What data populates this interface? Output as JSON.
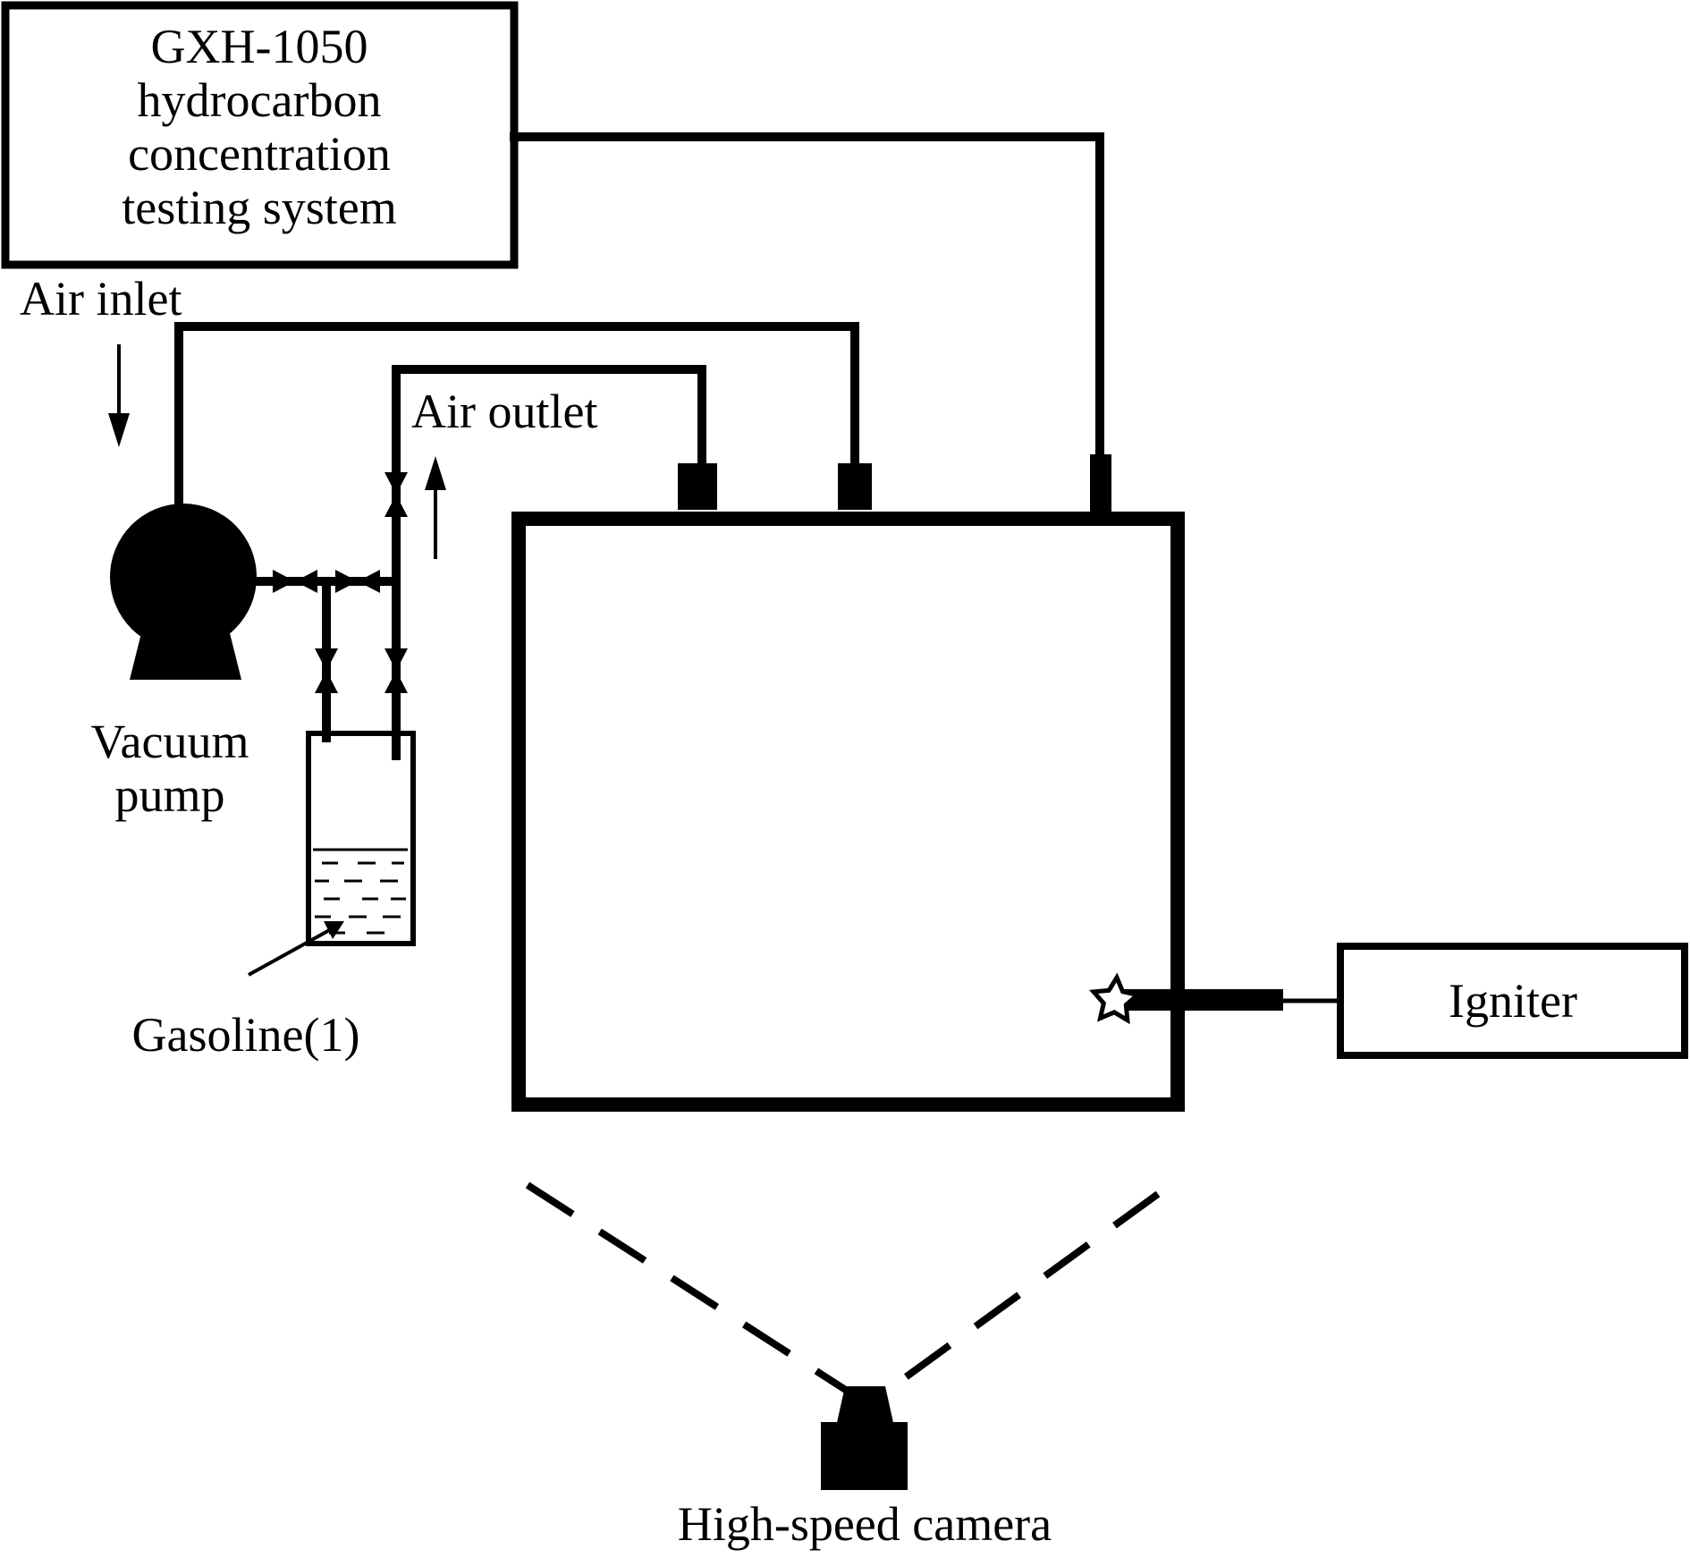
{
  "tester": {
    "lines": [
      "GXH-1050",
      "hydrocarbon",
      "concentration",
      "testing system"
    ]
  },
  "air_inlet_label": "Air inlet",
  "air_outlet_label": "Air outlet",
  "vacuum_pump": {
    "lines": [
      "Vacuum",
      "pump"
    ]
  },
  "gasoline_label": "Gasoline(1)",
  "igniter_label": "Igniter",
  "camera_label": "High-speed camera",
  "colors": {
    "ink": "#000000",
    "background": "#ffffff"
  },
  "icons": [
    "vacuum-pump-icon",
    "valve-icon",
    "spark-icon",
    "camera-icon",
    "arrow-icon"
  ]
}
